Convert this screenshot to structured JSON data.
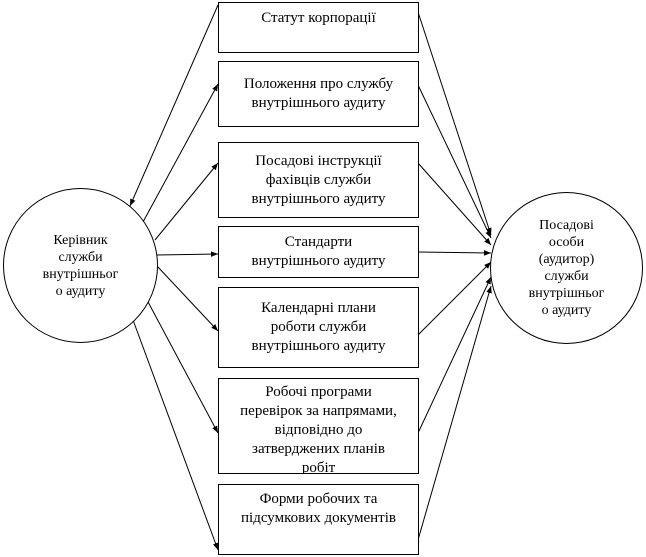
{
  "left_node": {
    "label": "Керівник\nслужби\nвнутрішньог\nо аудиту"
  },
  "right_node": {
    "label": "Посадові\nособи\n(аудитор)\nслужби\nвнутрішньог\nо аудиту"
  },
  "documents": [
    {
      "label": "Статут корпорації"
    },
    {
      "label": "Положення про службу\nвнутрішнього аудиту"
    },
    {
      "label": "Посадові інструкції\nфахівців служби\nвнутрішнього аудиту"
    },
    {
      "label": "Стандарти\nвнутрішнього аудиту"
    },
    {
      "label": "Календарні плани\nроботи служби\nвнутрішнього аудиту"
    },
    {
      "label": "Робочі програми\nперевірок за напрямами,\nвідповідно до\nзатверджених планів\nробіт"
    },
    {
      "label": "Форми робочих та\nпідсумкових документів"
    }
  ]
}
